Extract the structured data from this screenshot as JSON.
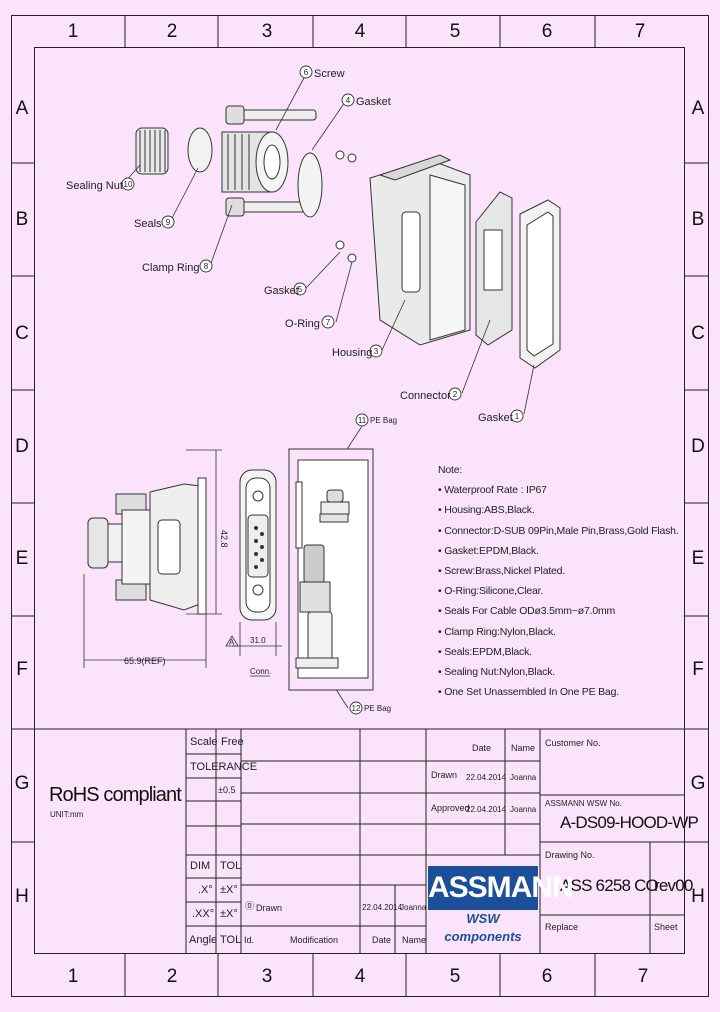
{
  "grid": {
    "columns": [
      "1",
      "2",
      "3",
      "4",
      "5",
      "6",
      "7"
    ],
    "rows": [
      "A",
      "B",
      "C",
      "D",
      "E",
      "F",
      "G",
      "H"
    ]
  },
  "callouts": {
    "screw": "Screw",
    "screw_no": "6",
    "gasket4": "Gasket",
    "gasket4_no": "4",
    "sealing_nut": "Sealing Nut",
    "sealing_nut_no": "10",
    "seals": "Seals",
    "seals_no": "9",
    "clamp_ring": "Clamp Ring",
    "clamp_ring_no": "8",
    "gasket5": "Gasket",
    "gasket5_no": "5",
    "oring": "O-Ring",
    "oring_no": "7",
    "housing": "Housing",
    "housing_no": "3",
    "connector": "Connector",
    "connector_no": "2",
    "gasket1": "Gasket",
    "gasket1_no": "1",
    "pe_bag": "PE Bag",
    "pe_bag_no": "11",
    "pe_bag2": "PE Bag",
    "pe_bag2_no": "12"
  },
  "dimensions": {
    "length": "65.9(REF)",
    "height": "42.8",
    "width": "31.0",
    "view_a": "A",
    "conn_label": "Conn."
  },
  "notes": {
    "title": "Note:",
    "items": [
      "Waterproof Rate : IP67",
      "Housing:ABS,Black.",
      "Connector:D-SUB 09Pin,Male Pin,Brass,Gold Flash.",
      "Gasket:EPDM,Black.",
      "Screw:Brass,Nickel Plated.",
      "O-Ring:Silicone,Clear.",
      "Seals For Cable ODø3.5mm~ø7.0mm",
      "Clamp Ring:Nylon,Black.",
      "Seals:EPDM,Black.",
      "Sealing Nut:Nylon,Black.",
      "One Set Unassembled In One PE Bag."
    ]
  },
  "title_block": {
    "scale_label": "Scale",
    "scale_value": "Free",
    "tolerance_label": "TOLERANCE",
    "tolerance_value": "±0.5",
    "dim_label": "DIM",
    "tol_label": "TOL",
    "x_label": ".X°",
    "x_value": "±X°",
    "xx_label": ".XX°",
    "xx_value": "±X°",
    "angle_label": "Angle",
    "angle_tol": "TOL",
    "rev_mark": "⓪",
    "rev_desc": "Drawn",
    "rev_date": "22.04.2014",
    "rev_name": "Joanna",
    "id_label": "Id.",
    "mod_label": "Modification",
    "date_col": "Date",
    "name_col": "Name",
    "date_header": "Date",
    "name_header": "Name",
    "drawn_label": "Drawn",
    "drawn_date": "22.04.2014",
    "drawn_name": "Joanna",
    "approved_label": "Approved",
    "approved_date": "22.04.2014",
    "approved_name": "Joanna",
    "customer_label": "Customer No.",
    "assmann_label": "ASSMANN WSW No.",
    "part_no": "A-DS09-HOOD-WP",
    "drawing_label": "Drawing No.",
    "drawing_no": "ASS 6258 CO",
    "rev": "rev00",
    "replace_label": "Replace",
    "sheet_label": "Sheet"
  },
  "rohs": "RoHS compliant",
  "unit": "UNIT:mm",
  "logo": {
    "brand": "ASSMANN",
    "sub": "WSW components",
    "color": "#1c4f9a"
  }
}
